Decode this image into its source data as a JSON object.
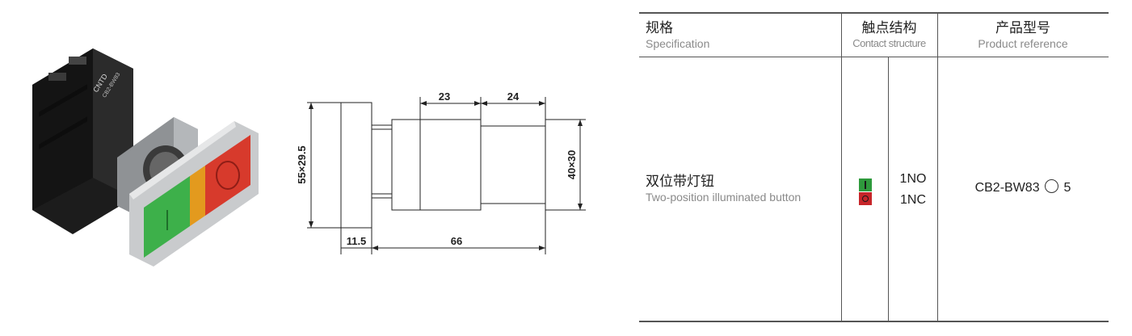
{
  "photo": {
    "brand_mark": "CNTD",
    "model_mark": "CB2-BW83",
    "lamp_colors": [
      "#3db04a",
      "#e39a1e",
      "#d73a2c"
    ]
  },
  "drawing": {
    "height_dim": "55×29.5",
    "body_height_dim": "40×30",
    "width_23": "23",
    "width_24": "24",
    "width_11_5": "11.5",
    "width_66": "66"
  },
  "table": {
    "header": {
      "spec_zh": "规格",
      "spec_en": "Specification",
      "contact_zh": "触点结构",
      "contact_en": "Contact structure",
      "ref_zh": "产品型号",
      "ref_en": "Product reference"
    },
    "row": {
      "name_zh": "双位带灯钮",
      "name_en": "Two-position illuminated button",
      "contact_no": "1NO",
      "contact_nc": "1NC",
      "ref_prefix": "CB2-BW83",
      "ref_suffix": "5",
      "no_color": "#2e9a3c",
      "nc_color": "#c7262a"
    }
  }
}
